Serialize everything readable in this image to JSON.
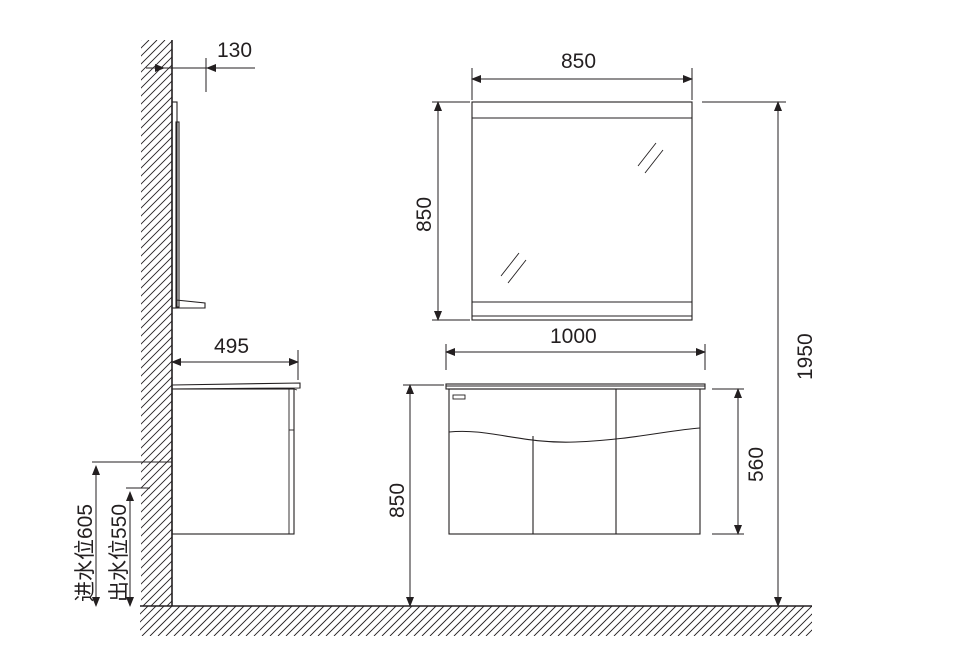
{
  "dimensions": {
    "side_mirror_depth": "130",
    "mirror_width": "850",
    "mirror_height": "850",
    "total_height": "1950",
    "cabinet_depth": "495",
    "counter_width": "1000",
    "cabinet_height": "560",
    "counter_top_height": "850",
    "water_inlet": "进水位605",
    "water_outlet": "出水位550"
  },
  "colors": {
    "line": "#231f20",
    "background": "#ffffff"
  }
}
